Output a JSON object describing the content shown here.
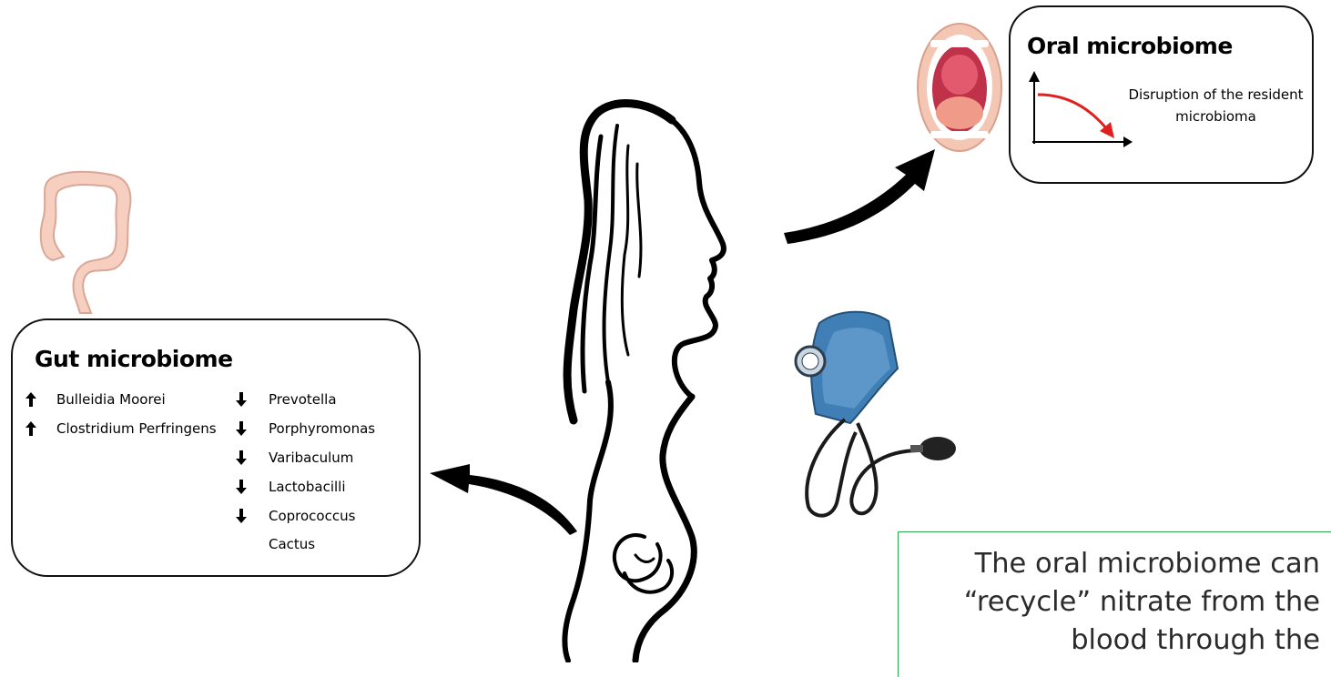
{
  "gut": {
    "title": "Gut microbiome",
    "increased": [
      "Bulleidia Moorei",
      "Clostridium Perfringens"
    ],
    "decreased": [
      "Prevotella",
      "Porphyromonas",
      "Varibaculum",
      "Lactobacilli",
      "Coprococcus"
    ],
    "extra": "Cactus"
  },
  "oral": {
    "title": "Oral microbiome",
    "caption": "Disruption of the resident microbioma"
  },
  "note": {
    "text": "The oral microbiome can “recycle” nitrate from the blood through the"
  },
  "colors": {
    "note_border": "#2ca84a",
    "trend_arrow": "#e0201e",
    "colon": "#f6cfc0",
    "cuff": "#3f7fb5"
  },
  "icons": {
    "up": "up-arrow-icon",
    "down": "down-arrow-icon"
  }
}
